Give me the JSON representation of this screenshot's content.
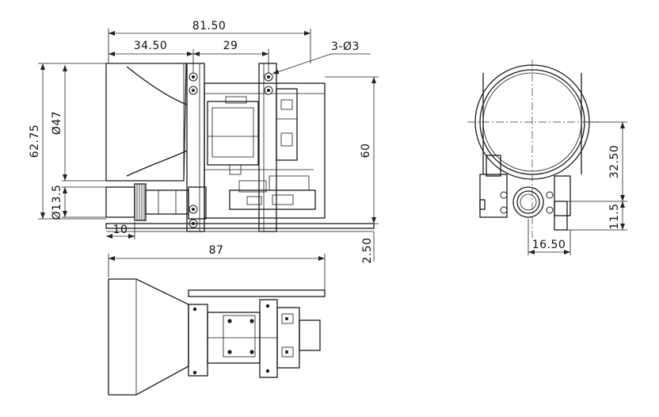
{
  "dimensions": {
    "overall_length": "81.50",
    "to_hole_offset": "34.50",
    "hole_spacing": "29",
    "holes": "3-Ø3",
    "height": "62.75",
    "lens_diameter": "Ø47",
    "tube_diameter": "Ø13.5",
    "body_height": "60",
    "tube_length": "10",
    "plate_thickness": "2.50",
    "base_length": "87",
    "side_center_height": "32.50",
    "side_offset": "16.50",
    "side_step": "11.5"
  }
}
